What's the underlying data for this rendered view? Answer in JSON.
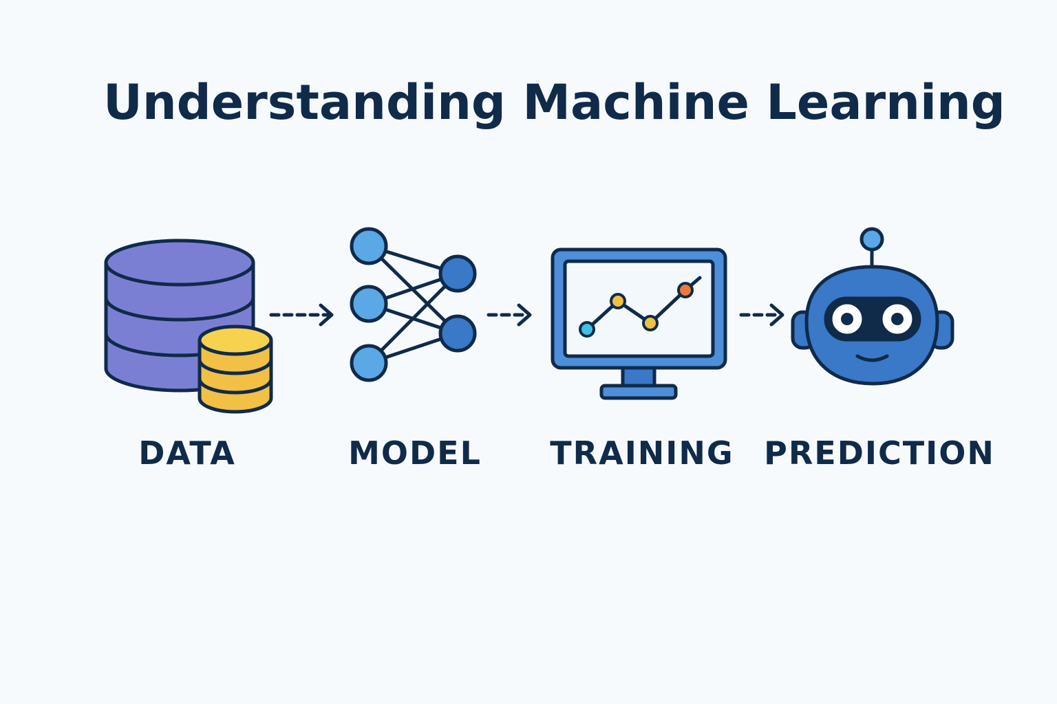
{
  "title": "Understanding Machine Learning",
  "steps": [
    {
      "label": "DATA",
      "icon": "database-icon"
    },
    {
      "label": "MODEL",
      "icon": "neural-network-icon"
    },
    {
      "label": "TRAINING",
      "icon": "monitor-chart-icon"
    },
    {
      "label": "PREDICTION",
      "icon": "robot-icon"
    }
  ],
  "colors": {
    "background": "#f6fafc",
    "outline": "#102a4a",
    "database": "#7b7fd4",
    "coins": "#f1c044",
    "node_light": "#5aa8e6",
    "node_dark": "#3a78c8",
    "monitor": "#4d8fd8",
    "robot": "#3a78c8"
  }
}
